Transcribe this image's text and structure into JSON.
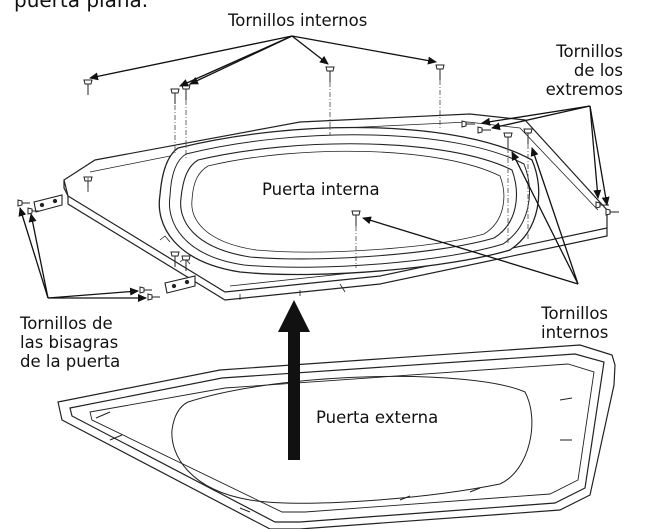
{
  "caption_fragment": "puerta plana.",
  "labels": {
    "tornillos_internos_top": "Tornillos internos",
    "tornillos_extremos": [
      "Tornillos",
      "de los",
      "extremos"
    ],
    "puerta_interna": "Puerta interna",
    "tornillos_bisagras": [
      "Tornillos de",
      "las bisagras",
      "de la puerta"
    ],
    "tornillos_internos_right": [
      "Tornillos",
      "internos"
    ],
    "puerta_externa": "Puerta externa"
  }
}
